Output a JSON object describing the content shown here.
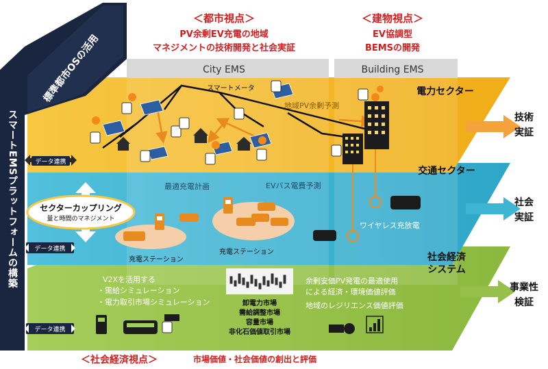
{
  "side": {
    "vertical_title": "スマートEMSプラットフォームの構築",
    "os_label": "標準都市OSの活用",
    "data_link": "データ連携"
  },
  "headings": {
    "city_view": "＜都市視点＞",
    "city_desc_1": "PV余剰EV充電の地域",
    "city_desc_2": "マネジメントの技術開発と社会実証",
    "building_view": "＜建物視点＞",
    "building_desc_1": "EV協調型",
    "building_desc_2": "BEMSの開発",
    "city_ems": "City EMS",
    "building_ems": "Building EMS"
  },
  "power": {
    "sector": "電力セクター",
    "smart_meter": "スマートメータ",
    "regional_pv": "地域PV余剰予測"
  },
  "transport": {
    "sector": "交通セクター",
    "optimal_plan": "最適充電計画",
    "ev_bus_forecast": "EVバス電費予測",
    "wireless": "ワイヤレス充放電",
    "station_1": "充電ステーション",
    "station_2": "充電ステーション",
    "coupling_title": "セクターカップリング",
    "coupling_sub": "量と時間のマネジメント"
  },
  "socio": {
    "sector_1": "社会経済",
    "sector_2": "システム",
    "v2x_title": "V2Xを活用する",
    "v2x_item_1": "・需給シミュレーション",
    "v2x_item_2": "・電力取引市場シミュレーション",
    "market_1": "卸電力市場",
    "market_2": "需給調整市場",
    "market_3": "容量市場",
    "market_4": "非化石価値取引市場",
    "pv_use_1": "余剰安価PV発電の最適使用",
    "pv_use_2": "による経済・環境価値評価",
    "resilience": "地域のレジリエンス価値評価"
  },
  "outcomes": {
    "tech_1": "技術",
    "tech_2": "実証",
    "social_1": "社会",
    "social_2": "実証",
    "biz_1": "事業性",
    "biz_2": "検証"
  },
  "footer": {
    "view": "＜社会経済視点＞",
    "desc": "市場価値・社会価値の創出と評価"
  },
  "colors": {
    "navy": "#1a2540",
    "power_yellow": "#f2b21c",
    "transport_blue": "#3fb5d4",
    "socio_green": "#96c049",
    "red_heading": "#d21e1e",
    "arrow_orange": "#f3a23c",
    "station_peach": "#f5cfa9"
  }
}
